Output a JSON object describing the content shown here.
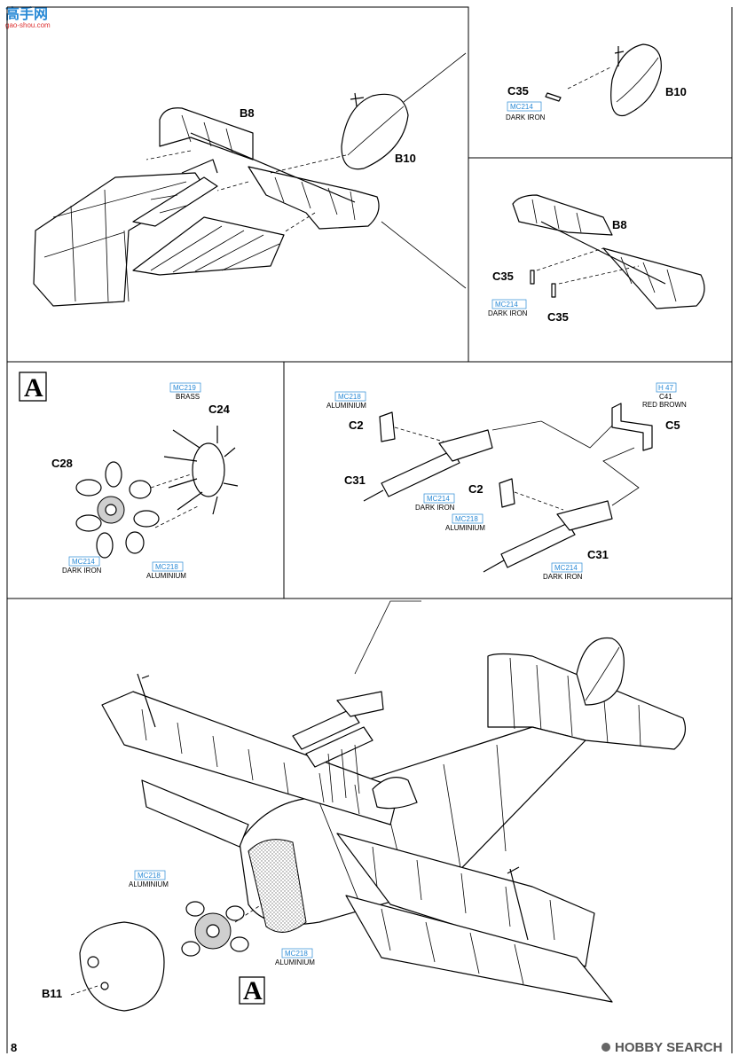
{
  "watermark": {
    "cn": "高手网",
    "url": "gao-shou.com"
  },
  "page_number": "8",
  "publisher_mark": "HOBBY SEARCH",
  "paint_codes": {
    "mc214": {
      "code": "MC214",
      "name": "DARK IRON"
    },
    "mc218": {
      "code": "MC218",
      "name": "ALUMINIUM"
    },
    "mc219": {
      "code": "MC219",
      "name": "BRASS"
    },
    "h47": {
      "code": "H 47",
      "name": "RED BROWN",
      "alt": "C41"
    }
  },
  "parts": {
    "b8": "B8",
    "b10": "B10",
    "b11": "B11",
    "c2": "C2",
    "c5": "C5",
    "c24": "C24",
    "c28": "C28",
    "c31": "C31",
    "c35": "C35"
  },
  "subassembly": "A"
}
